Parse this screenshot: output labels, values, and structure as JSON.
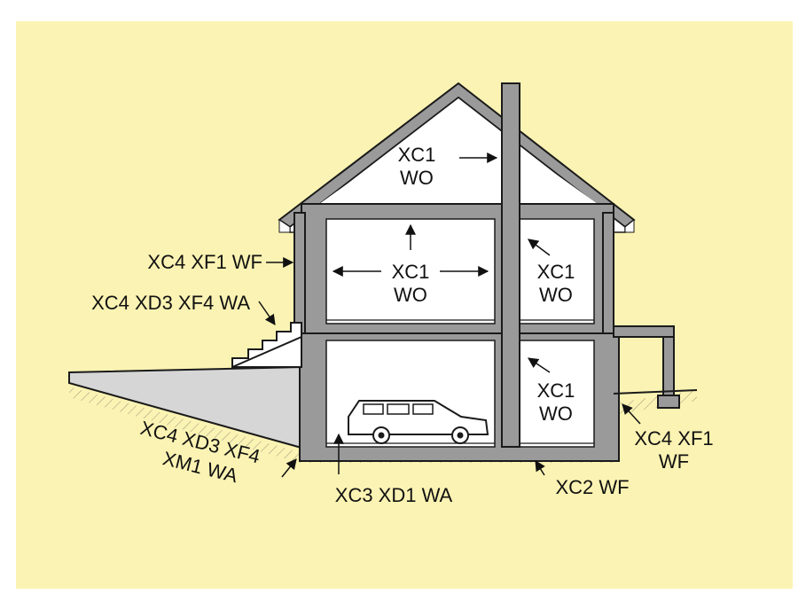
{
  "labels": {
    "roof": [
      "XC1",
      "WO"
    ],
    "upper_left": [
      "XC1",
      "WO"
    ],
    "upper_right": [
      "XC1",
      "WO"
    ],
    "lower_right": [
      "XC1",
      "WO"
    ],
    "wall_outer": "XC4 XF1 WF",
    "stairs": "XC4 XD3 XF4 WA",
    "driveway": [
      "XC4 XD3 XF4",
      "XM1 WA"
    ],
    "garage_floor": "XC3 XD1 WA",
    "foundation": "XC2 WF",
    "right_ground": [
      "XC4 XF1",
      "WF"
    ]
  },
  "colors": {
    "background": "#fbf3b3",
    "concrete": "#9a9a9a",
    "outline": "#1a1a1a",
    "driveway": "#d6d6d6",
    "interior": "#ffffff"
  }
}
